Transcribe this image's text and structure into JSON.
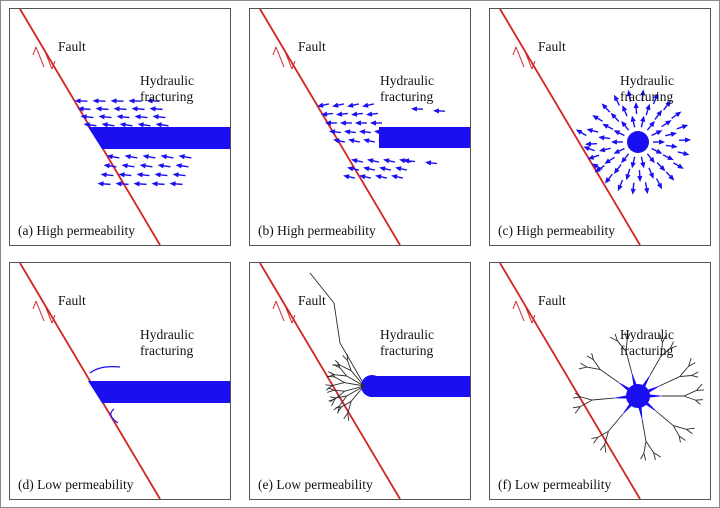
{
  "colors": {
    "fault": "#d32323",
    "fluid": "#1a0ff0",
    "crack": "#2b2b2b",
    "border": "#555555"
  },
  "icons": [
    "fault-slip-arrow-icon",
    "flow-arrow-icon"
  ],
  "panels": [
    {
      "id": "a",
      "fault_label": "Fault",
      "hf_label_1": "Hydraulic",
      "hf_label_2": "fracturing",
      "caption": "(a) High permeability",
      "style": "high-full"
    },
    {
      "id": "b",
      "fault_label": "Fault",
      "hf_label_1": "Hydraulic",
      "hf_label_2": "fracturing",
      "caption": "(b) High permeability",
      "style": "high-gap"
    },
    {
      "id": "c",
      "fault_label": "Fault",
      "hf_label_1": "Hydraulic",
      "hf_label_2": "fracturing",
      "caption": "(c) High permeability",
      "style": "high-radial"
    },
    {
      "id": "d",
      "fault_label": "Fault",
      "hf_label_1": "Hydraulic",
      "hf_label_2": "fracturing",
      "caption": "(d) Low permeability",
      "style": "low-full"
    },
    {
      "id": "e",
      "fault_label": "Fault",
      "hf_label_1": "Hydraulic",
      "hf_label_2": "fracturing",
      "caption": "(e) Low permeability",
      "style": "low-branch"
    },
    {
      "id": "f",
      "fault_label": "Fault",
      "hf_label_1": "Hydraulic",
      "hf_label_2": "fracturing",
      "caption": "(f) Low permeability",
      "style": "low-star"
    }
  ]
}
